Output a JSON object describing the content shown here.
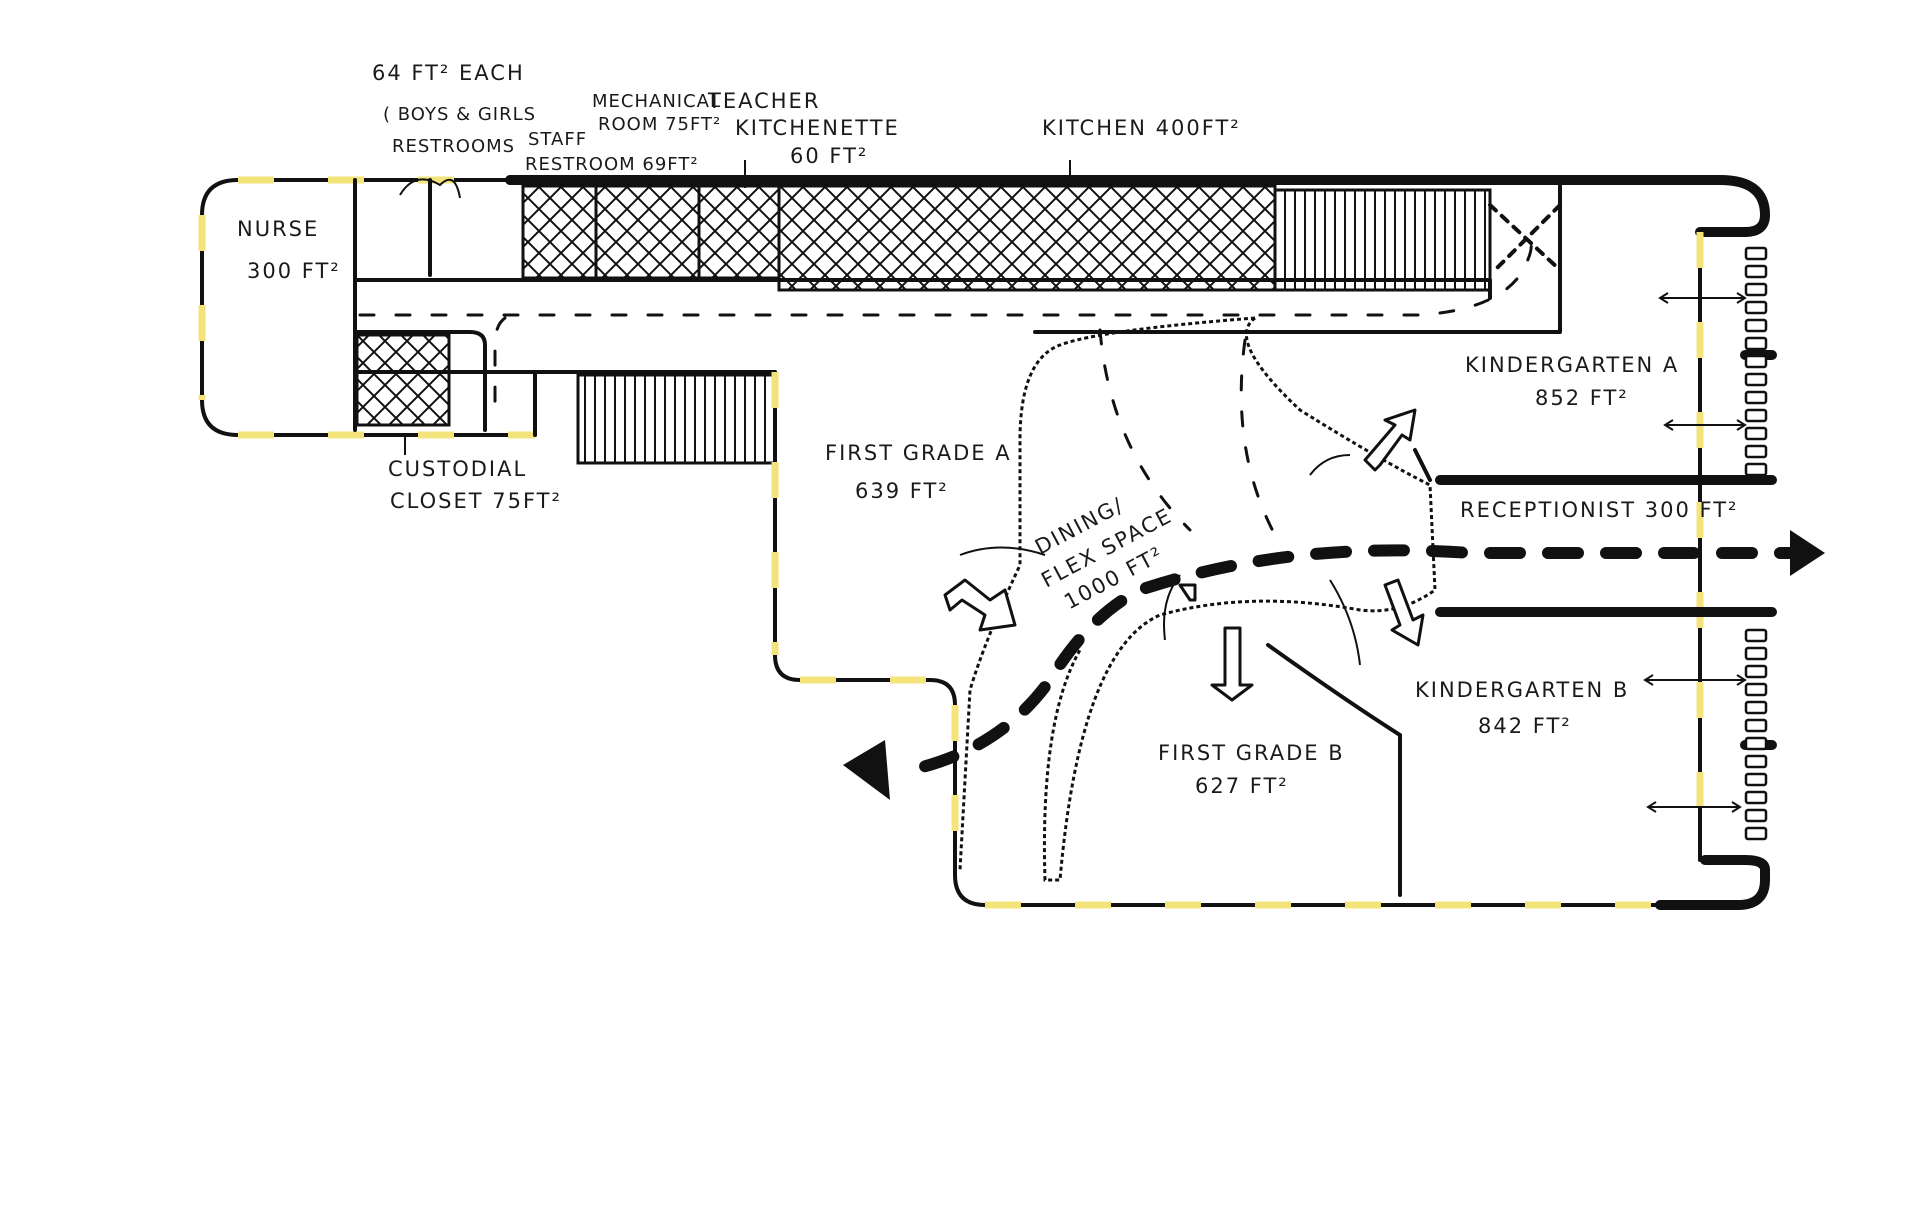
{
  "labels": {
    "nurse": [
      "NURSE",
      "300 FT²"
    ],
    "restrooms": [
      "64 FT² EACH",
      "( BOYS & GIRLS",
      "RESTROOMS"
    ],
    "staff_restroom": [
      "STAFF",
      "RESTROOM 69FT²"
    ],
    "mechanical": [
      "MECHANICAL",
      "ROOM 75FT²"
    ],
    "teacher_kitchenette": [
      "TEACHER",
      "KITCHENETTE",
      "60 FT²"
    ],
    "kitchen": "KITCHEN 400FT²",
    "custodial": [
      "CUSTODIAL",
      "CLOSET 75FT²"
    ],
    "first_grade_a": [
      "FIRST GRADE A",
      "639 FT²"
    ],
    "dining": [
      "DINING/",
      "FLEX SPACE",
      "1000 FT²"
    ],
    "kindergarten_a": [
      "KINDERGARTEN A",
      "852 FT²"
    ],
    "receptionist": "RECEPTIONIST 300 FT²",
    "kindergarten_b": [
      "KINDERGARTEN B",
      "842 FT²"
    ],
    "first_grade_b": [
      "FIRST GRADE B",
      "627 FT²"
    ]
  },
  "colors": {
    "line": "#111111",
    "glazing": "#f2e37a",
    "paper": "#ffffff"
  }
}
